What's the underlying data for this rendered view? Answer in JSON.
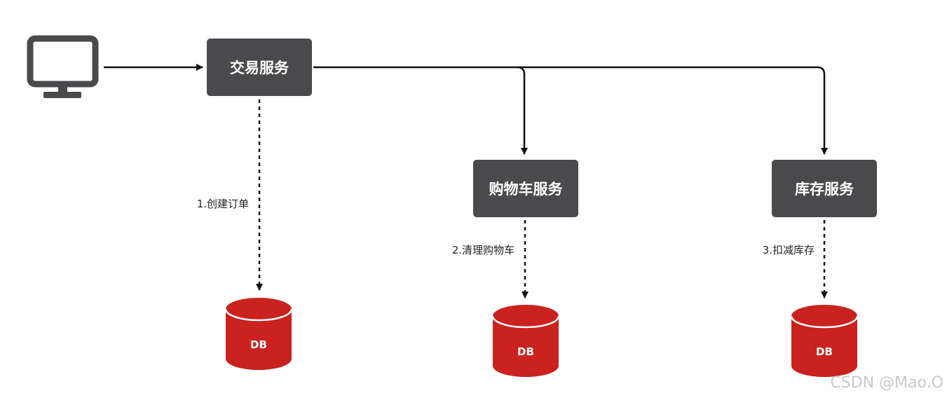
{
  "services": {
    "trade": "交易服务",
    "cart": "购物车服务",
    "inventory": "库存服务"
  },
  "steps": {
    "create_order": "1.创建订单",
    "clear_cart": "2.清理购物车",
    "deduct_stock": "3.扣减库存"
  },
  "databases": {
    "order_db": "DB",
    "cart_db": "DB",
    "stock_db": "DB"
  },
  "watermark": "CSDN @Mao.O",
  "colors": {
    "service_box": "#4a4a4c",
    "database": "#c9221f",
    "arrow": "#111111"
  },
  "icons": {
    "client": "monitor-icon"
  }
}
